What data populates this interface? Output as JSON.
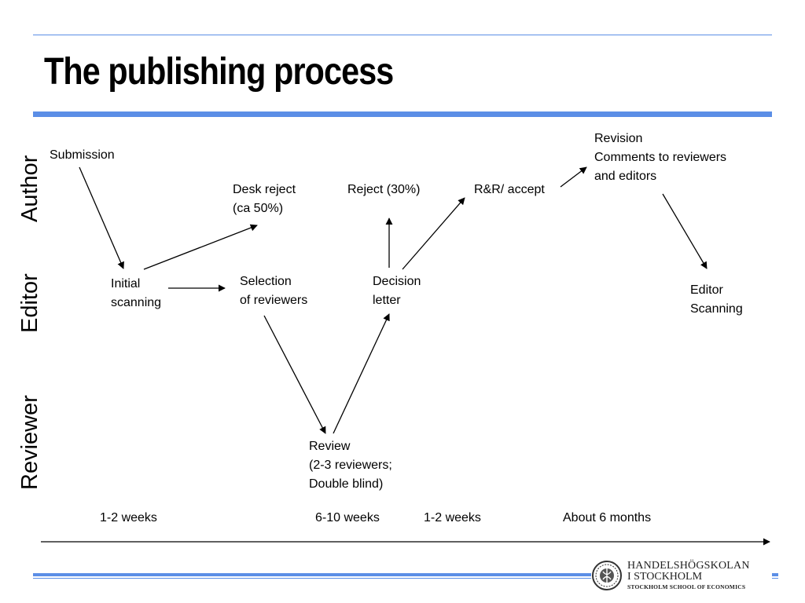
{
  "title": "The publishing process",
  "lanes": {
    "author": "Author",
    "editor": "Editor",
    "reviewer": "Reviewer"
  },
  "nodes": {
    "submission": [
      "Submission"
    ],
    "desk_reject": [
      "Desk reject",
      "(ca 50%)"
    ],
    "reject": [
      "Reject (30%)"
    ],
    "rr_accept": [
      "R&R/ accept"
    ],
    "revision": [
      "Revision",
      "Comments to reviewers",
      "and editors"
    ],
    "initial_scanning": [
      "Initial",
      "scanning"
    ],
    "selection_of_reviewers": [
      "Selection",
      "of reviewers"
    ],
    "decision_letter": [
      "Decision",
      "letter"
    ],
    "editor_scanning": [
      "Editor",
      "Scanning"
    ],
    "review": [
      "Review",
      "(2-3 reviewers;",
      "Double blind)"
    ]
  },
  "timeline": {
    "labels": [
      "1-2 weeks",
      "6-10 weeks",
      "1-2 weeks",
      "About 6 months"
    ]
  },
  "logo": {
    "line1": "HANDELSHÖGSKOLAN",
    "line2": "I STOCKHOLM",
    "line3": "STOCKHOLM SCHOOL OF ECONOMICS"
  },
  "colors": {
    "accent_rule": "#5b8ee6",
    "text": "#000000"
  }
}
